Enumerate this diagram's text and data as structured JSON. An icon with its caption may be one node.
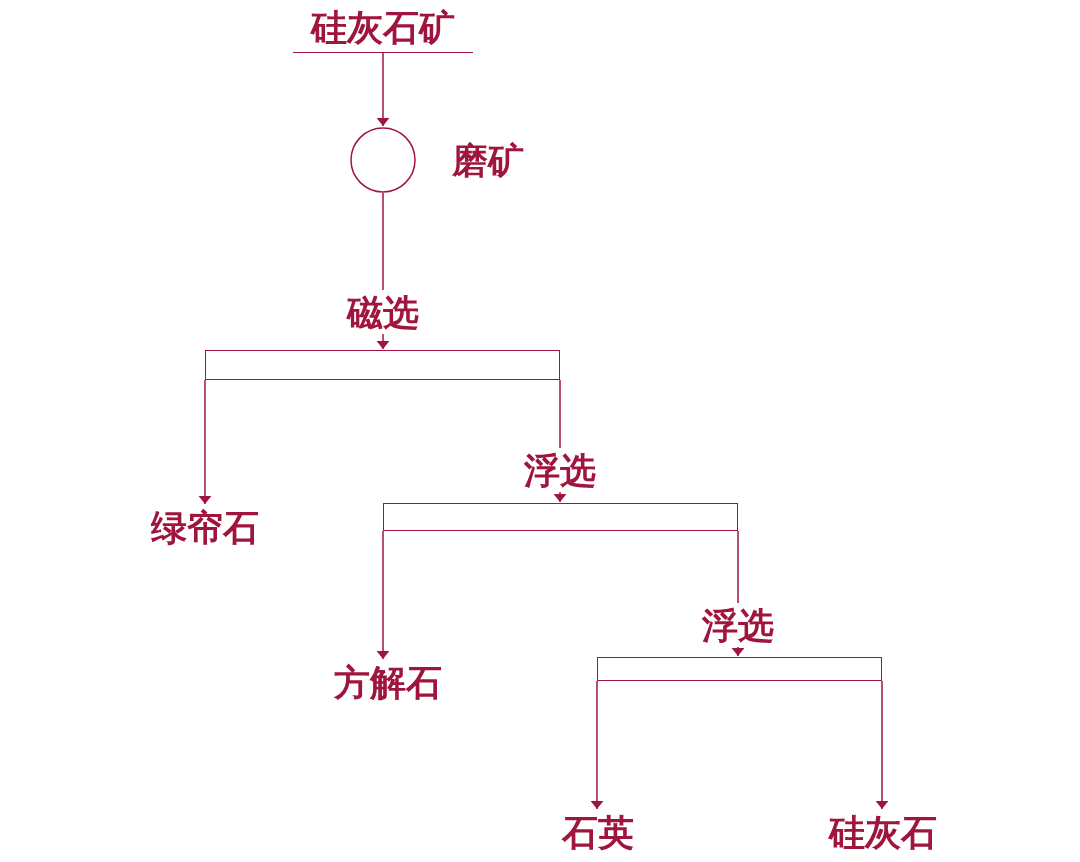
{
  "diagram": {
    "nodes": [
      {
        "text": [
          "硅灰石矿"
        ]
      },
      {
        "text": [],
        "shape": "circle",
        "beside": [
          "磨矿"
        ]
      },
      {
        "text": [],
        "shape": "bar"
      },
      {
        "text": [
          "绿帘石"
        ]
      },
      {
        "text": [],
        "shape": "bar"
      },
      {
        "text": [
          "方解石"
        ]
      },
      {
        "text": [],
        "shape": "bar"
      },
      {
        "text": [
          "石英"
        ]
      },
      {
        "text": [
          "硅灰石"
        ]
      }
    ],
    "edges": [
      {
        "from": 0,
        "to": 1,
        "arrow": "to"
      },
      {
        "from": 1,
        "to": 2,
        "arrow": "to",
        "label": "磁选"
      },
      {
        "from": 2,
        "to": 3,
        "arrow": "to"
      },
      {
        "from": 2,
        "to": 4,
        "arrow": "to",
        "label": "浮选"
      },
      {
        "from": 4,
        "to": 5,
        "arrow": "to"
      },
      {
        "from": 4,
        "to": 6,
        "arrow": "to",
        "label": "浮选"
      },
      {
        "from": 6,
        "to": 7,
        "arrow": "to"
      },
      {
        "from": 6,
        "to": 8,
        "arrow": "to"
      }
    ]
  }
}
